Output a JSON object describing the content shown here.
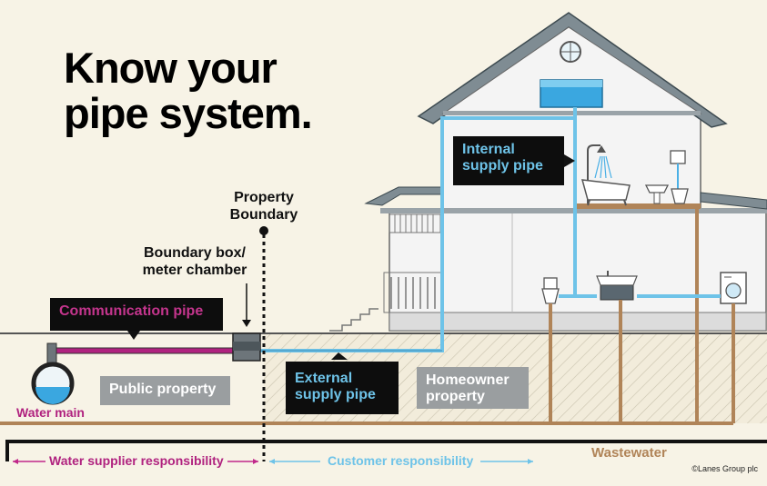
{
  "title": {
    "line1": "Know your",
    "line2": "pipe system."
  },
  "labels": {
    "property_boundary": "Property Boundary",
    "boundary_box": "Boundary box/ meter chamber",
    "communication_pipe": "Communication pipe",
    "internal_supply_pipe": "Internal supply pipe",
    "external_supply_pipe": "External supply pipe",
    "public_property": "Public property",
    "homeowner_property": "Homeowner property",
    "water_main": "Water main",
    "water_supplier_responsibility": "Water supplier responsibility",
    "customer_responsibility": "Customer responsibility",
    "wastewater": "Wastewater",
    "copyright": "©Lanes Group plc"
  },
  "colors": {
    "background": "#f7f3e6",
    "communication_pipe": "#b0227f",
    "supply_pipe": "#6ec3e8",
    "wastewater_pipe": "#b08458",
    "label_box_dark": "#0d0d0d",
    "label_box_grey": "#9a9ea0",
    "roof": "#7f8c93"
  },
  "icons": [
    "water-main-icon",
    "meter-chamber-icon",
    "water-tank-icon",
    "shower-icon",
    "bathtub-icon",
    "toilet-icon",
    "basin-icon",
    "washing-machine-icon"
  ]
}
